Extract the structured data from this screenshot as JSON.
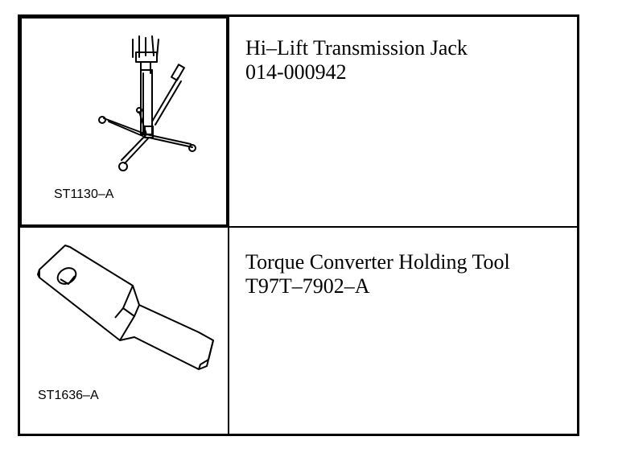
{
  "rows": [
    {
      "image_code": "ST1130–A",
      "tool_name": "Hi–Lift Transmission Jack",
      "part_number": "014-000942",
      "illustration": "transmission-jack-icon"
    },
    {
      "image_code": "ST1636–A",
      "tool_name": "Torque Converter Holding Tool",
      "part_number": "T97T–7902–A",
      "illustration": "holding-tool-icon"
    }
  ]
}
